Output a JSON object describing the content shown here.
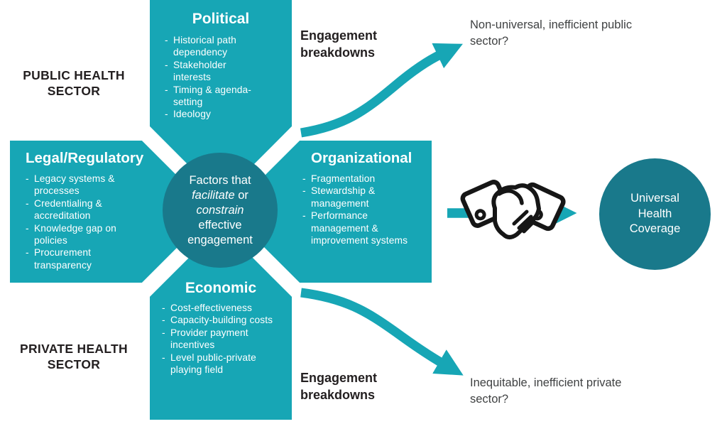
{
  "colors": {
    "teal": "#17a6b5",
    "dark_teal": "#19798b",
    "label_black": "#231f20",
    "text_gray": "#3f4142",
    "box_text": "#ffffff"
  },
  "sectors": {
    "public": "PUBLIC HEALTH SECTOR",
    "private": "PRIVATE HEALTH SECTOR"
  },
  "boxes": {
    "political": {
      "title": "Political",
      "items": [
        "Historical path dependency",
        "Stakeholder interests",
        "Timing & agenda-setting",
        "Ideology"
      ]
    },
    "legal": {
      "title": "Legal/Regulatory",
      "items": [
        "Legacy systems & processes",
        "Credentialing & accreditation",
        "Knowledge gap on policies",
        "Procurement transparency"
      ]
    },
    "organizational": {
      "title": "Organizational",
      "items": [
        "Fragmentation",
        "Stewardship & management",
        "Performance management & improvement systems"
      ]
    },
    "economic": {
      "title": "Economic",
      "items": [
        "Cost-effectiveness",
        "Capacity-building costs",
        "Provider payment incentives",
        "Level public-private playing field"
      ]
    }
  },
  "center_circle": {
    "line1": "Factors that",
    "italic1": "facilitate",
    "after_italic1": " or",
    "italic2": "constrain",
    "line3": "effective",
    "line4": "engagement"
  },
  "breakdown_labels": {
    "top": "Engagement breakdowns",
    "bottom": "Engagement breakdowns"
  },
  "outcomes": {
    "top": "Non-universal, inefficient public sector?",
    "bottom": "Inequitable, inefficient private sector?"
  },
  "uhc_circle": {
    "label": "Universal Health Coverage"
  },
  "icons": {
    "handshake": "handshake line-art between two sleeved cuffs",
    "arrow_top": "thick teal curved arrow up-right",
    "arrow_bottom": "thick teal curved arrow down-right",
    "arrow_right": "thick teal straight arrow right"
  }
}
